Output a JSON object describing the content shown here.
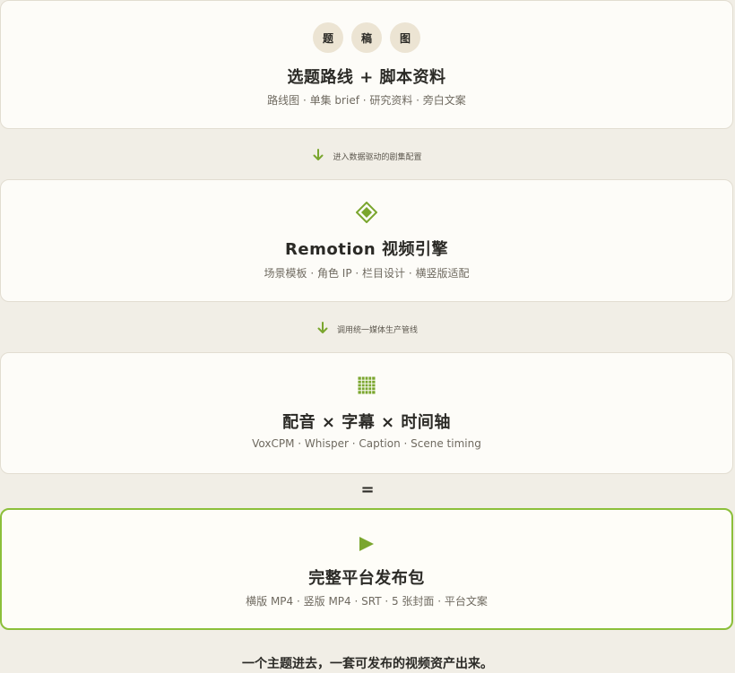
{
  "stages": [
    {
      "badges": [
        "题",
        "稿",
        "图"
      ],
      "title": "选题路线 + 脚本资料",
      "subtitle": "路线图 · 单集 brief · 研究资料 · 旁白文案"
    },
    {
      "icon": "◈",
      "icon_name": "diamond-icon",
      "title": "Remotion 视频引擎",
      "subtitle": "场景模板 · 角色 IP · 栏目设计 · 横竖版适配"
    },
    {
      "icon": "▦",
      "icon_name": "grid-icon",
      "title": "配音 × 字幕 × 时间轴",
      "subtitle": "VoxCPM · Whisper · Caption · Scene timing"
    },
    {
      "icon": "▶",
      "icon_name": "play-icon",
      "title": "完整平台发布包",
      "subtitle": "横版 MP4 · 竖版 MP4 · SRT · 5 张封面 · 平台文案"
    }
  ],
  "connectors": [
    {
      "label": "进入数据驱动的剧集配置"
    },
    {
      "label": "调用统一媒体生产管线"
    }
  ],
  "equals_symbol": "=",
  "footer": "一个主题进去，一套可发布的视频资产出来。",
  "colors": {
    "accent": "#7aa62e",
    "highlight_border": "#8cbf3a",
    "background": "#f1eee6",
    "card": "#fdfcf8"
  }
}
